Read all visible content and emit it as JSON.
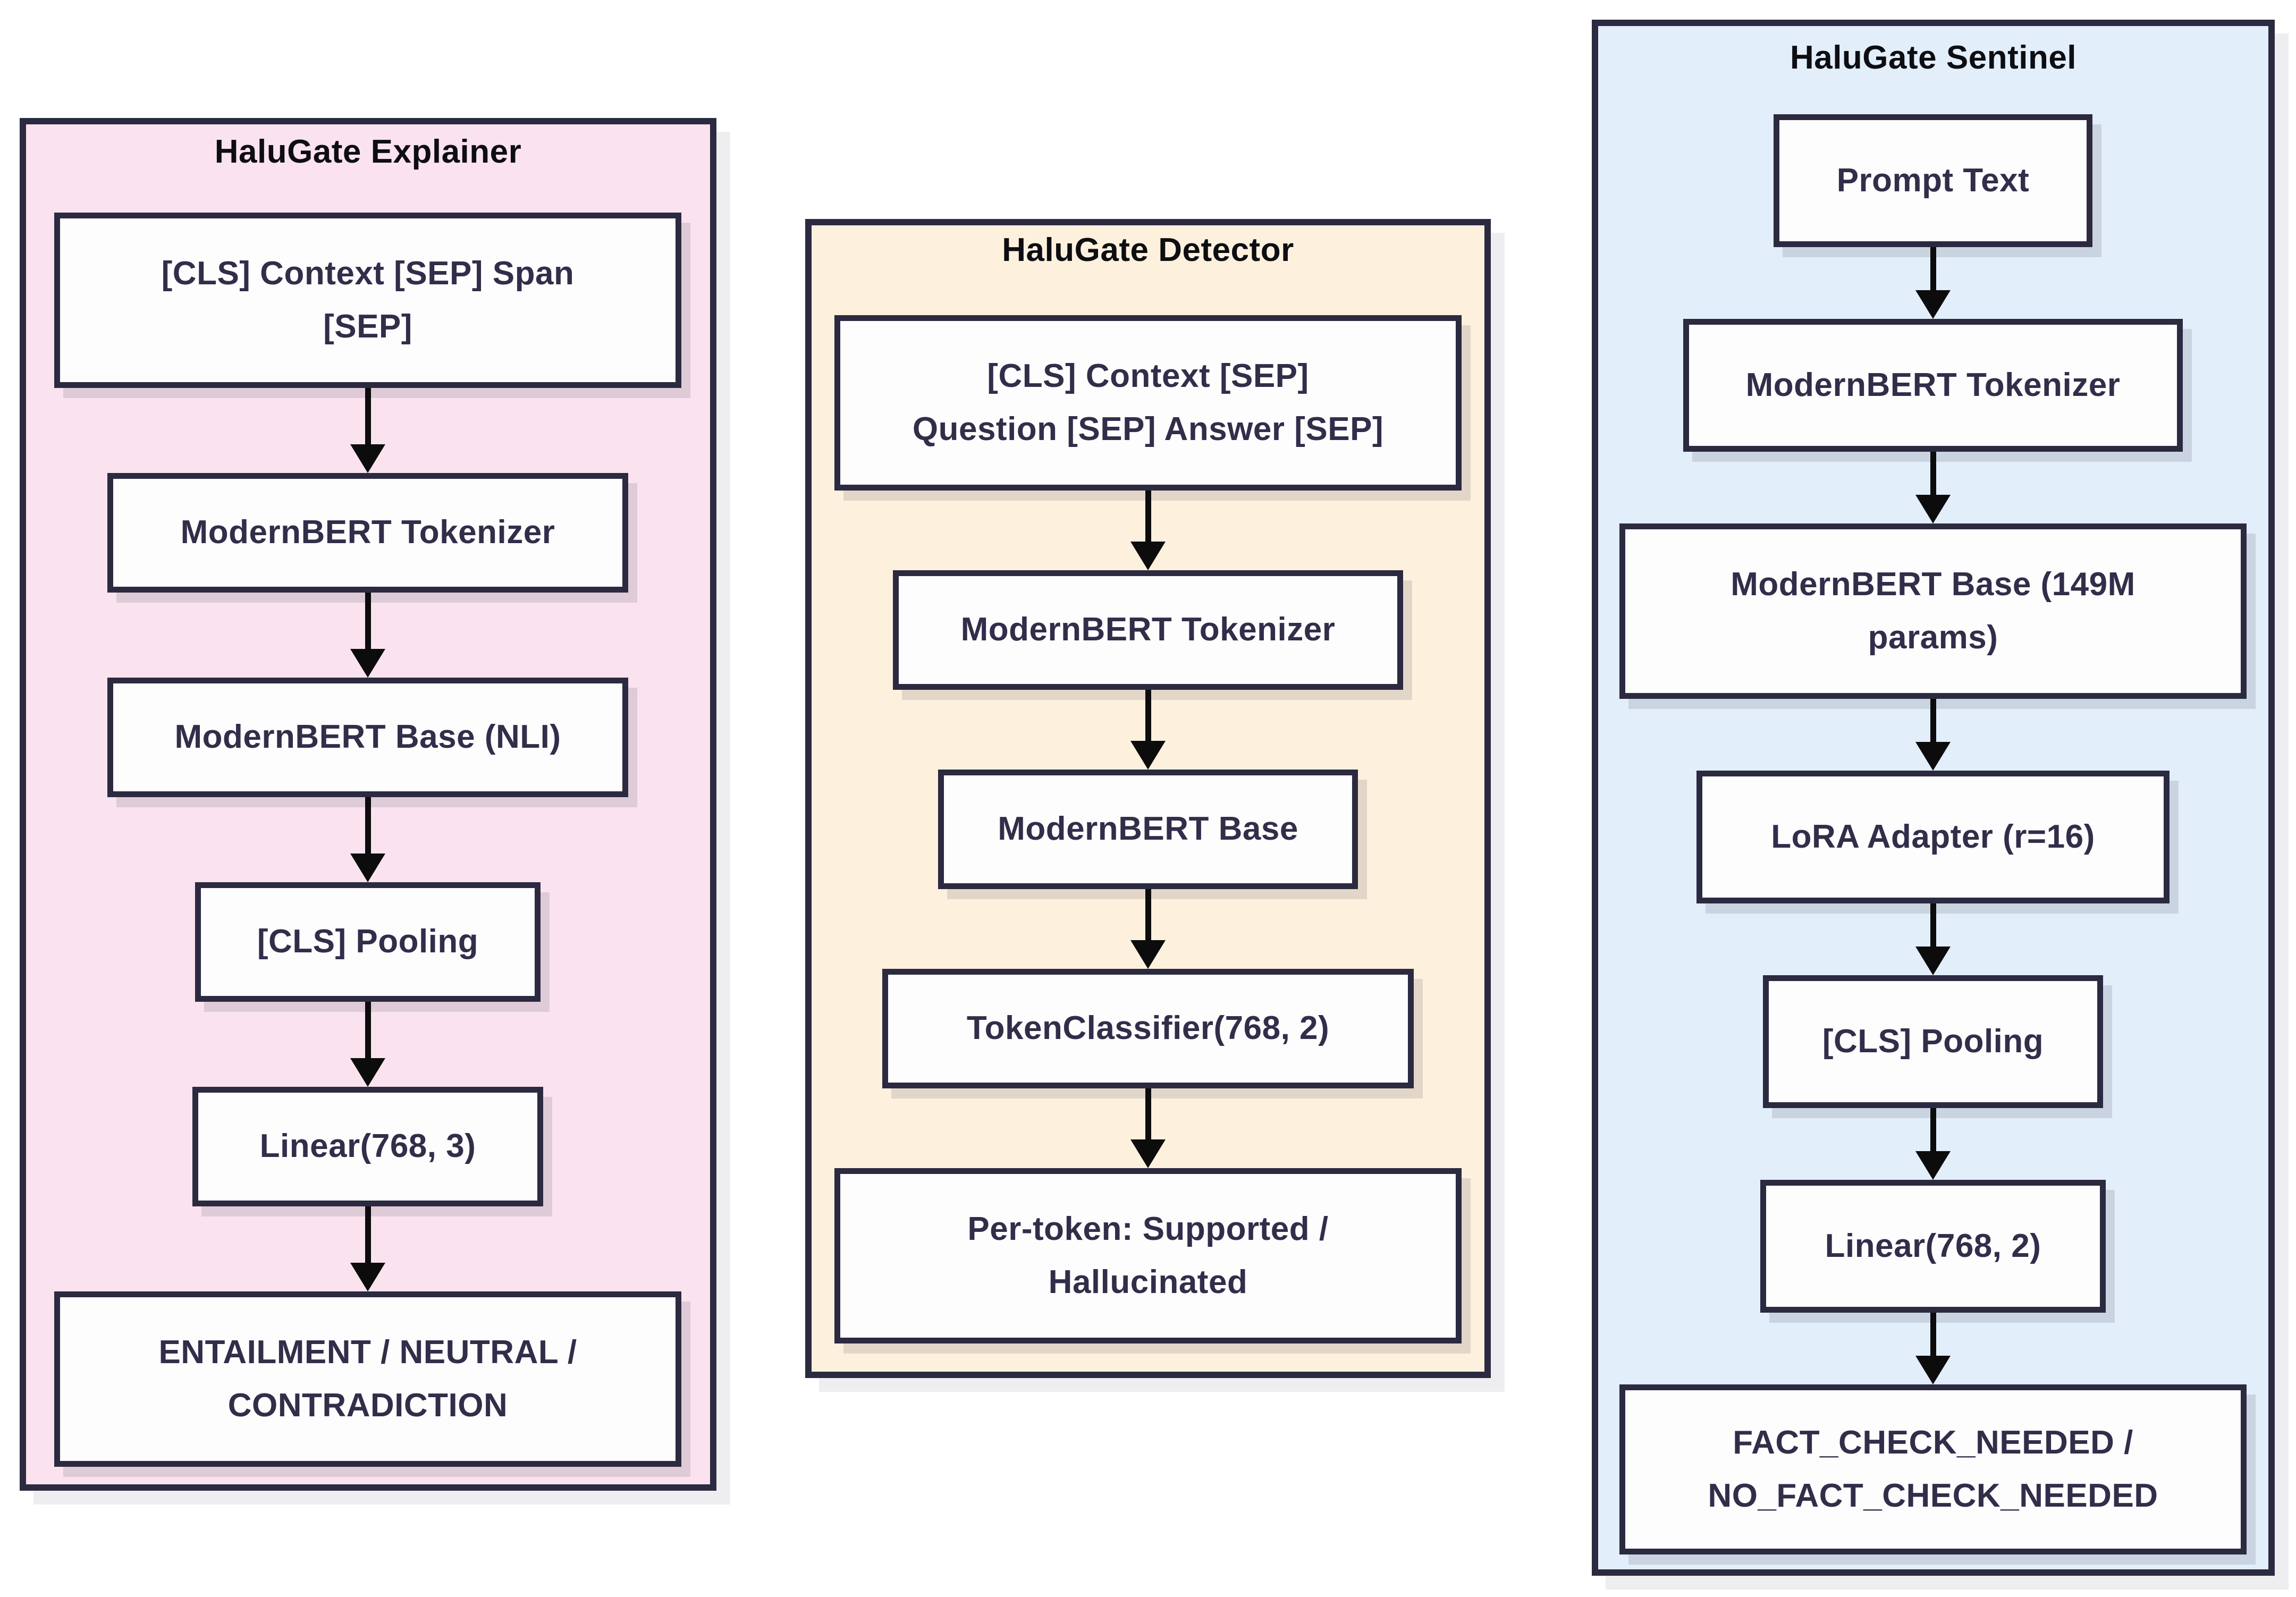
{
  "diagram": {
    "panels": [
      {
        "title": "HaluGate Explainer",
        "bg_color": "#fae3ee",
        "boxes": [
          {
            "label": "[CLS] Context [SEP] Span\n[SEP]"
          },
          {
            "label": "ModernBERT Tokenizer"
          },
          {
            "label": "ModernBERT Base (NLI)"
          },
          {
            "label": "[CLS] Pooling"
          },
          {
            "label": "Linear(768, 3)"
          },
          {
            "label": "ENTAILMENT / NEUTRAL /\nCONTRADICTION"
          }
        ]
      },
      {
        "title": "HaluGate Detector",
        "bg_color": "#fdf1de",
        "boxes": [
          {
            "label": "[CLS] Context [SEP]\nQuestion [SEP] Answer [SEP]"
          },
          {
            "label": "ModernBERT Tokenizer"
          },
          {
            "label": "ModernBERT Base"
          },
          {
            "label": "TokenClassifier(768, 2)"
          },
          {
            "label": "Per-token: Supported /\nHallucinated"
          }
        ]
      },
      {
        "title": "HaluGate Sentinel",
        "bg_color": "#e2eefa",
        "boxes": [
          {
            "label": "Prompt Text"
          },
          {
            "label": "ModernBERT Tokenizer"
          },
          {
            "label": "ModernBERT Base (149M\nparams)"
          },
          {
            "label": "LoRA Adapter (r=16)"
          },
          {
            "label": "[CLS] Pooling"
          },
          {
            "label": "Linear(768, 2)"
          },
          {
            "label": "FACT_CHECK_NEEDED /\nNO_FACT_CHECK_NEEDED"
          }
        ]
      }
    ],
    "colors": {
      "page_bg": "#ffffff",
      "panel_border": "#2b2a40",
      "box_bg": "#fdfdfe",
      "box_text": "#312e4a",
      "title_text": "#0d0d12",
      "arrow": "#0c0c0c"
    }
  }
}
